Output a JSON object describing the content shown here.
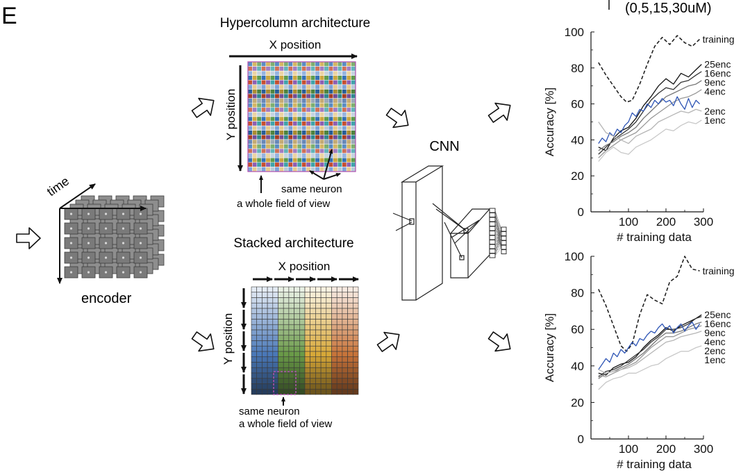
{
  "panel_letter": "E",
  "top_right_note": "(0,5,15,30uM)",
  "encoder": {
    "label": "encoder",
    "axis_label": "time"
  },
  "hypercolumn": {
    "title": "Hypercolumn architecture",
    "x_label": "X position",
    "y_label": "Y position",
    "note_line1": "same neuron",
    "note_line2": "a whole field of view",
    "block_colors": [
      "#2e6db3",
      "#c9a33a",
      "#5a9a4a",
      "#c44a2a",
      "#8a5ab0",
      "#3aa0a8",
      "#7aa0d8",
      "#e6c98a",
      "#b6c8d8"
    ]
  },
  "stacked": {
    "title": "Stacked architecture",
    "x_label": "X position",
    "y_label": "Y position",
    "note_line1": "same neuron",
    "note_line2": "a whole field of view",
    "block_colors": [
      "#4a78b8",
      "#6a9a48",
      "#d8a838",
      "#c8743a"
    ]
  },
  "cnn": {
    "label": "CNN"
  },
  "chart_data": [
    {
      "type": "line",
      "xlabel": "# training data",
      "ylabel": "Accuracy [%]",
      "xlim": [
        0,
        300
      ],
      "ylim": [
        0,
        100
      ],
      "xticks": [
        100,
        200,
        300
      ],
      "yticks": [
        0,
        20,
        40,
        60,
        80,
        100
      ],
      "series": [
        {
          "name": "training",
          "style": "dashed",
          "color": "#222222",
          "x": [
            20,
            40,
            60,
            80,
            95,
            110,
            130,
            150,
            170,
            190,
            210,
            230,
            250,
            270,
            290
          ],
          "y": [
            83,
            76,
            70,
            64,
            61,
            62,
            71,
            82,
            92,
            97,
            93,
            98,
            94,
            92,
            96
          ]
        },
        {
          "name": "25enc",
          "color": "#111111",
          "x": [
            20,
            40,
            60,
            80,
            100,
            120,
            140,
            160,
            180,
            200,
            220,
            240,
            260,
            280,
            295
          ],
          "y": [
            36,
            34,
            41,
            45,
            47,
            52,
            59,
            64,
            70,
            74,
            71,
            77,
            75,
            79,
            82
          ]
        },
        {
          "name": "16enc",
          "color": "#333333",
          "x": [
            20,
            40,
            60,
            80,
            100,
            120,
            140,
            160,
            180,
            200,
            220,
            240,
            260,
            280,
            295
          ],
          "y": [
            32,
            36,
            40,
            43,
            46,
            50,
            56,
            62,
            66,
            69,
            68,
            72,
            73,
            76,
            78
          ]
        },
        {
          "name": "9enc",
          "color": "#777777",
          "x": [
            20,
            40,
            60,
            80,
            100,
            120,
            140,
            160,
            180,
            200,
            220,
            240,
            260,
            280,
            295
          ],
          "y": [
            34,
            37,
            39,
            42,
            44,
            47,
            52,
            56,
            60,
            64,
            66,
            68,
            70,
            71,
            73
          ]
        },
        {
          "name": "4enc",
          "color": "#999999",
          "x": [
            20,
            40,
            60,
            80,
            100,
            120,
            140,
            160,
            180,
            200,
            220,
            240,
            260,
            280,
            295
          ],
          "y": [
            30,
            34,
            37,
            40,
            42,
            44,
            48,
            52,
            55,
            58,
            61,
            63,
            64,
            66,
            68
          ]
        },
        {
          "name": "",
          "color": "#2e55b5",
          "x": [
            20,
            30,
            40,
            50,
            60,
            70,
            80,
            90,
            100,
            110,
            120,
            130,
            140,
            150,
            160,
            170,
            180,
            190,
            200,
            210,
            220,
            230,
            240,
            250,
            260,
            270,
            280,
            290
          ],
          "y": [
            38,
            41,
            39,
            44,
            42,
            46,
            44,
            48,
            50,
            55,
            53,
            57,
            56,
            60,
            58,
            62,
            60,
            63,
            61,
            62,
            59,
            64,
            60,
            57,
            63,
            58,
            62,
            60
          ]
        },
        {
          "name": "2enc",
          "color": "#b5b5b5",
          "x": [
            20,
            40,
            60,
            80,
            100,
            120,
            140,
            160,
            180,
            200,
            220,
            240,
            260,
            280,
            295
          ],
          "y": [
            50,
            44,
            42,
            40,
            38,
            42,
            44,
            46,
            50,
            52,
            54,
            56,
            55,
            57,
            56
          ]
        },
        {
          "name": "1enc",
          "color": "#c8c8c8",
          "x": [
            20,
            40,
            60,
            80,
            100,
            120,
            140,
            160,
            180,
            200,
            220,
            240,
            260,
            280,
            295
          ],
          "y": [
            28,
            33,
            36,
            33,
            32,
            36,
            38,
            40,
            43,
            46,
            45,
            48,
            50,
            49,
            51
          ]
        }
      ]
    },
    {
      "type": "line",
      "xlabel": "# training data",
      "ylabel": "Accuracy [%]",
      "xlim": [
        0,
        300
      ],
      "ylim": [
        0,
        100
      ],
      "xticks": [
        100,
        200,
        300
      ],
      "yticks": [
        0,
        20,
        40,
        60,
        80,
        100
      ],
      "series": [
        {
          "name": "training",
          "style": "dashed",
          "color": "#222222",
          "x": [
            20,
            40,
            60,
            80,
            95,
            110,
            130,
            150,
            170,
            190,
            210,
            230,
            250,
            270,
            290
          ],
          "y": [
            82,
            73,
            62,
            51,
            48,
            52,
            68,
            79,
            76,
            74,
            86,
            89,
            100,
            93,
            92
          ]
        },
        {
          "name": "25enc",
          "color": "#111111",
          "x": [
            20,
            40,
            60,
            80,
            100,
            120,
            140,
            160,
            180,
            200,
            220,
            240,
            260,
            280,
            295
          ],
          "y": [
            36,
            35,
            39,
            41,
            42,
            45,
            50,
            54,
            57,
            61,
            59,
            62,
            64,
            66,
            68
          ]
        },
        {
          "name": "16enc",
          "color": "#333333",
          "x": [
            20,
            40,
            60,
            80,
            100,
            120,
            140,
            160,
            180,
            200,
            220,
            240,
            260,
            280,
            295
          ],
          "y": [
            34,
            37,
            38,
            40,
            43,
            46,
            49,
            53,
            56,
            60,
            60,
            61,
            63,
            66,
            67
          ]
        },
        {
          "name": "9enc",
          "color": "#777777",
          "x": [
            20,
            40,
            60,
            80,
            100,
            120,
            140,
            160,
            180,
            200,
            220,
            240,
            260,
            280,
            295
          ],
          "y": [
            33,
            36,
            37,
            39,
            41,
            44,
            47,
            51,
            55,
            58,
            58,
            59,
            61,
            63,
            64
          ]
        },
        {
          "name": "4enc",
          "color": "#999999",
          "x": [
            20,
            40,
            60,
            80,
            100,
            120,
            140,
            160,
            180,
            200,
            220,
            240,
            260,
            280,
            295
          ],
          "y": [
            35,
            34,
            36,
            38,
            40,
            42,
            46,
            50,
            53,
            56,
            56,
            58,
            60,
            61,
            62
          ]
        },
        {
          "name": "",
          "color": "#2e55b5",
          "x": [
            20,
            30,
            40,
            50,
            60,
            70,
            80,
            90,
            100,
            110,
            120,
            130,
            140,
            150,
            160,
            170,
            180,
            190,
            200,
            210,
            220,
            230,
            240,
            250,
            260,
            270,
            280,
            290
          ],
          "y": [
            38,
            41,
            44,
            42,
            47,
            45,
            49,
            47,
            50,
            53,
            51,
            55,
            54,
            57,
            59,
            58,
            61,
            63,
            60,
            62,
            58,
            61,
            63,
            59,
            62,
            64,
            60,
            63
          ]
        },
        {
          "name": "2enc",
          "color": "#b5b5b5",
          "x": [
            20,
            40,
            60,
            80,
            100,
            120,
            140,
            160,
            180,
            200,
            220,
            240,
            260,
            280,
            295
          ],
          "y": [
            38,
            36,
            37,
            38,
            39,
            41,
            44,
            47,
            50,
            53,
            54,
            56,
            57,
            58,
            59
          ]
        },
        {
          "name": "1enc",
          "color": "#c8c8c8",
          "x": [
            20,
            40,
            60,
            80,
            100,
            120,
            140,
            160,
            180,
            200,
            220,
            240,
            260,
            280,
            295
          ],
          "y": [
            27,
            31,
            33,
            34,
            36,
            36,
            38,
            40,
            41,
            44,
            46,
            48,
            48,
            50,
            51
          ]
        }
      ]
    }
  ]
}
